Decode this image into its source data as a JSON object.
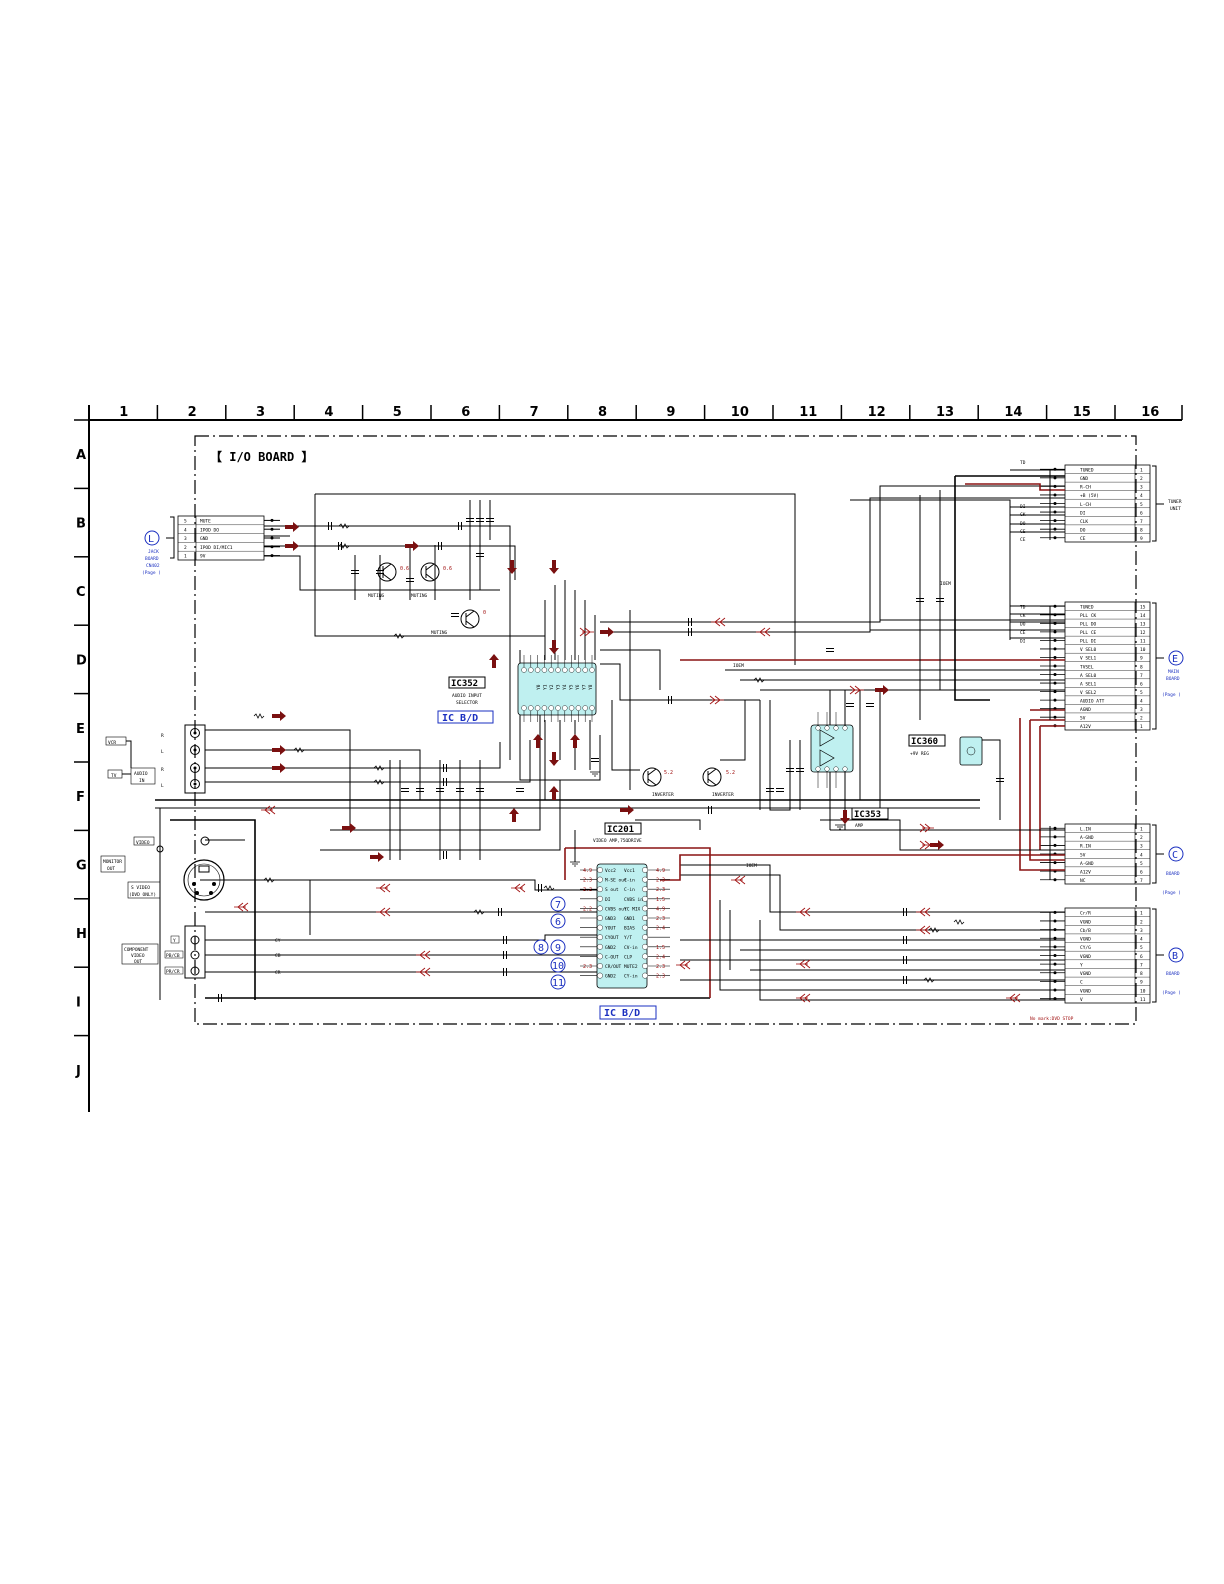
{
  "grid": {
    "columns": [
      "1",
      "2",
      "3",
      "4",
      "5",
      "6",
      "7",
      "8",
      "9",
      "10",
      "11",
      "12",
      "13",
      "14",
      "15",
      "16"
    ],
    "rows": [
      "A",
      "B",
      "C",
      "D",
      "E",
      "F",
      "G",
      "H",
      "I",
      "J"
    ]
  },
  "board_title": "【 I/O BOARD 】",
  "ics": {
    "ic352": {
      "label": "IC352",
      "desc1": "AUDIO INPUT",
      "desc2": "SELECTOR"
    },
    "ic201": {
      "label": "IC201",
      "desc": "VIDEO AMP,75ΩDRIVE"
    },
    "ic353": {
      "label": "IC353",
      "desc": "AMP"
    },
    "ic360": {
      "label": "IC360",
      "desc": "+9V REG"
    },
    "icbd_top": "IC B/D",
    "icbd_bottom": "IC B/D"
  },
  "transistors": {
    "muting1": "MUTING",
    "muting2": "MUTING",
    "muting3": "MUTING",
    "inverter1": "INVERTER",
    "inverter2": "INVERTER"
  },
  "connectors": {
    "L": {
      "letter": "L",
      "line1": "JACK",
      "line2": "BOARD",
      "line3": "CN402",
      "page": "(Page   )",
      "pins": [
        {
          "n": "5",
          "name": "MUTE"
        },
        {
          "n": "4",
          "name": "IPOD DO"
        },
        {
          "n": "3",
          "name": "GND"
        },
        {
          "n": "2",
          "name": "IPOD DI/MIC1"
        },
        {
          "n": "1",
          "name": "9V"
        }
      ]
    },
    "tuner": {
      "title1": "TUNER",
      "title2": "UNIT",
      "pins": [
        {
          "name": "TUNED",
          "n": "1"
        },
        {
          "name": "GND",
          "n": "2"
        },
        {
          "name": "R-CH",
          "n": "3"
        },
        {
          "name": "+B (5V)",
          "n": "4"
        },
        {
          "name": "L-CH",
          "n": "5"
        },
        {
          "name": "DI",
          "n": "6"
        },
        {
          "name": "CLK",
          "n": "7"
        },
        {
          "name": "DO",
          "n": "8"
        },
        {
          "name": "CE",
          "n": "9"
        }
      ],
      "left_tags": [
        "TD",
        "",
        "",
        "",
        "",
        "DI",
        "CK",
        "DO",
        "CE",
        "CE"
      ]
    },
    "E": {
      "letter": "E",
      "line1": "MAIN",
      "line2": "BOARD",
      "page": "(Page   )",
      "pins": [
        {
          "name": "TUNED",
          "n": "15"
        },
        {
          "name": "PLL CK",
          "n": "14"
        },
        {
          "name": "PLL DO",
          "n": "13"
        },
        {
          "name": "PLL CE",
          "n": "12"
        },
        {
          "name": "PLL DI",
          "n": "11"
        },
        {
          "name": "V SEL0",
          "n": "10"
        },
        {
          "name": "V SEL1",
          "n": "9"
        },
        {
          "name": "TVSEL",
          "n": "8"
        },
        {
          "name": "A SEL0",
          "n": "7"
        },
        {
          "name": "A SEL1",
          "n": "6"
        },
        {
          "name": "V SEL2",
          "n": "5"
        },
        {
          "name": "AUDIO ATT",
          "n": "4"
        },
        {
          "name": "AGND",
          "n": "3"
        },
        {
          "name": "5V",
          "n": "2"
        },
        {
          "name": "A12V",
          "n": "1"
        }
      ],
      "left_tags": [
        "TD",
        "CK",
        "DO",
        "CE",
        "DI"
      ]
    },
    "C": {
      "letter": "C",
      "line1": "BOARD",
      "page": "(Page   )",
      "pins": [
        {
          "name": "L.IN",
          "n": "1"
        },
        {
          "name": "A-GND",
          "n": "2"
        },
        {
          "name": "R.IN",
          "n": "3"
        },
        {
          "name": "5V",
          "n": "4"
        },
        {
          "name": "A-GND",
          "n": "5"
        },
        {
          "name": "A12V",
          "n": "6"
        },
        {
          "name": "NC",
          "n": "7"
        }
      ]
    },
    "B": {
      "letter": "B",
      "line1": "BOARD",
      "page": "(Page   )",
      "pins": [
        {
          "name": "Cr/R",
          "n": "1"
        },
        {
          "name": "VGND",
          "n": "2"
        },
        {
          "name": "Cb/B",
          "n": "3"
        },
        {
          "name": "VGND",
          "n": "4"
        },
        {
          "name": "CY/G",
          "n": "5"
        },
        {
          "name": "VGND",
          "n": "6"
        },
        {
          "name": "Y",
          "n": "7"
        },
        {
          "name": "VGND",
          "n": "8"
        },
        {
          "name": "C",
          "n": "9"
        },
        {
          "name": "VGND",
          "n": "10"
        },
        {
          "name": "V",
          "n": "11"
        }
      ]
    }
  },
  "jacks": {
    "vcr": "VCR",
    "tv": "TV",
    "audio_in1": "AUDIO",
    "audio_in2": "IN",
    "video": "VIDEO",
    "monitor1": "MONITOR",
    "monitor2": "OUT",
    "svideo1": "S VIDEO",
    "svideo2": "(DVD ONLY)",
    "component1": "COMPONENT",
    "component2": "VIDEO",
    "component3": "OUT",
    "y": "Y",
    "pb": "PB/CB",
    "pr": "PR/CR",
    "r": "R",
    "l": "L"
  },
  "ic201_pins_left": [
    "Vcc2",
    "M-SE out",
    "S out",
    "DI",
    "CVBS out",
    "GND3",
    "YOUT",
    "CYOUT",
    "GND2",
    "C-OUT",
    "CR/OUT",
    "GND2"
  ],
  "ic201_pins_right": [
    "Vcc1",
    "C-in",
    "C-in",
    "CVBS in",
    "YC MIX",
    "GND1",
    "BIAS",
    "Y/T",
    "CV-in",
    "CLP",
    "MUTE2",
    "CY-in"
  ],
  "ic201_volt_left": [
    "4.9",
    "2.3",
    "2.2",
    "",
    "2.2",
    "",
    "",
    "",
    "",
    "",
    "2.3",
    ""
  ],
  "ic201_volt_right": [
    "4.9",
    "2.3",
    "2.3",
    "1.5",
    "4.9",
    "2.3",
    "2.4",
    "",
    "1.5",
    "2.4",
    "2.3",
    "2.3"
  ],
  "bubbles": [
    "7",
    "6",
    "8",
    "9",
    "10",
    "11"
  ],
  "labels": {
    "ioem": "IOEM",
    "ioem2": "IOEM",
    "ioem3": "IOEM",
    "note": "No mark:DVD STOP",
    "cy": "CY",
    "cb": "CB",
    "cr": "CR"
  }
}
